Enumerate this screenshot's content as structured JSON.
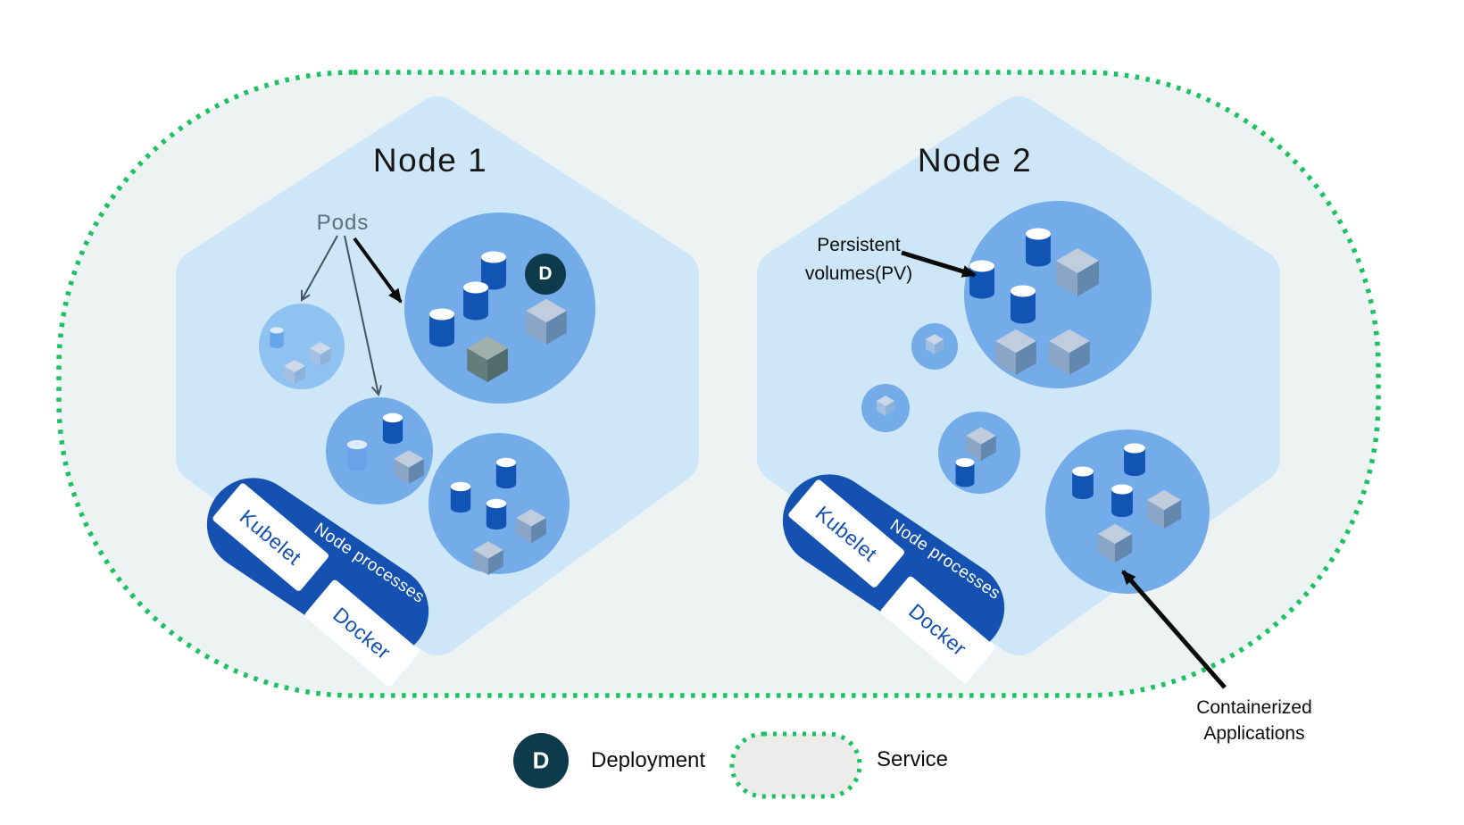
{
  "cluster": {
    "nodes": [
      {
        "title": "Node 1",
        "pods_label": "Pods",
        "deployment_badge": "D",
        "processes": {
          "title": "Node processes",
          "components": [
            "Kubelet",
            "Docker"
          ]
        }
      },
      {
        "title": "Node 2",
        "pv_line1": "Persistent",
        "pv_line2": "volumes(PV)",
        "processes": {
          "title": "Node processes",
          "components": [
            "Kubelet",
            "Docker"
          ]
        }
      }
    ],
    "containerized_line1": "Containerized",
    "containerized_line2": "Applications"
  },
  "legend": {
    "deployment": {
      "badge": "D",
      "label": "Deployment"
    },
    "service": {
      "label": "Service"
    }
  },
  "icons": {
    "cylinder": "persistent-volume-icon",
    "cube": "container-icon",
    "circle_d": "deployment-badge",
    "hexagon": "node-shape",
    "pill": "service-shape",
    "dotted_boundary": "cluster-boundary"
  },
  "colors": {
    "cluster_border_green": "#1bc162",
    "cluster_fill": "#edf3f2",
    "node_hexagon_fill": "#cde6f8",
    "pod_fill": "#74abe9",
    "pod_fill_light": "#8fc1f1",
    "cylinder_blue": "#1254b4",
    "cylinder_light": "#69a4ea",
    "capsule_blue": "#1551b0",
    "deployment_badge_teal": "#0e3b4c",
    "arrow_black": "#0a0a0a",
    "arrow_gray": "#46555f",
    "pods_text_gray": "#5d6e79"
  }
}
